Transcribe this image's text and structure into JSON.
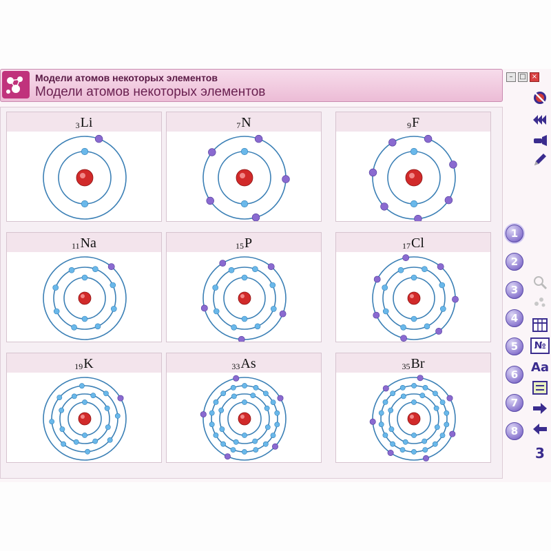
{
  "window": {
    "title_small": "Модели атомов некоторых элементов",
    "title_large": "Модели атомов некоторых элементов",
    "buttons": [
      "minimize",
      "maximize",
      "close"
    ]
  },
  "atoms": [
    {
      "symbol": "Li",
      "number": "3",
      "shells": [
        2,
        1
      ]
    },
    {
      "symbol": "N",
      "number": "7",
      "shells": [
        2,
        5
      ]
    },
    {
      "symbol": "F",
      "number": "9",
      "shells": [
        2,
        7
      ]
    },
    {
      "symbol": "Na",
      "number": "11",
      "shells": [
        2,
        8,
        1
      ]
    },
    {
      "symbol": "P",
      "number": "15",
      "shells": [
        2,
        8,
        5
      ]
    },
    {
      "symbol": "Cl",
      "number": "17",
      "shells": [
        2,
        8,
        7
      ]
    },
    {
      "symbol": "K",
      "number": "19",
      "shells": [
        2,
        8,
        8,
        1
      ]
    },
    {
      "symbol": "As",
      "number": "33",
      "shells": [
        2,
        8,
        18,
        5
      ]
    },
    {
      "symbol": "Br",
      "number": "35",
      "shells": [
        2,
        8,
        18,
        7
      ]
    }
  ],
  "nav": {
    "pages": [
      "1",
      "2",
      "3",
      "4",
      "5",
      "6",
      "7",
      "8"
    ],
    "active_page": "1",
    "page_counter": "3",
    "tool_icons": [
      "no-entry-icon",
      "rewind-icon",
      "flashlight-icon",
      "pencil-icon",
      "zoom-icon",
      "dots-icon",
      "table-icon",
      "number-icon",
      "font-icon",
      "list-icon",
      "arrow-right-icon",
      "arrow-left-icon"
    ],
    "font_label": "Aa",
    "number_label": "№"
  },
  "colors": {
    "orbit": "#3a7fb5",
    "electron": "#6ab8ea",
    "valence": "#8a6ad0",
    "nucleus": "#d12a2a",
    "title_bg": "#ecbcd6",
    "nav_button": "#8d7ad0"
  }
}
